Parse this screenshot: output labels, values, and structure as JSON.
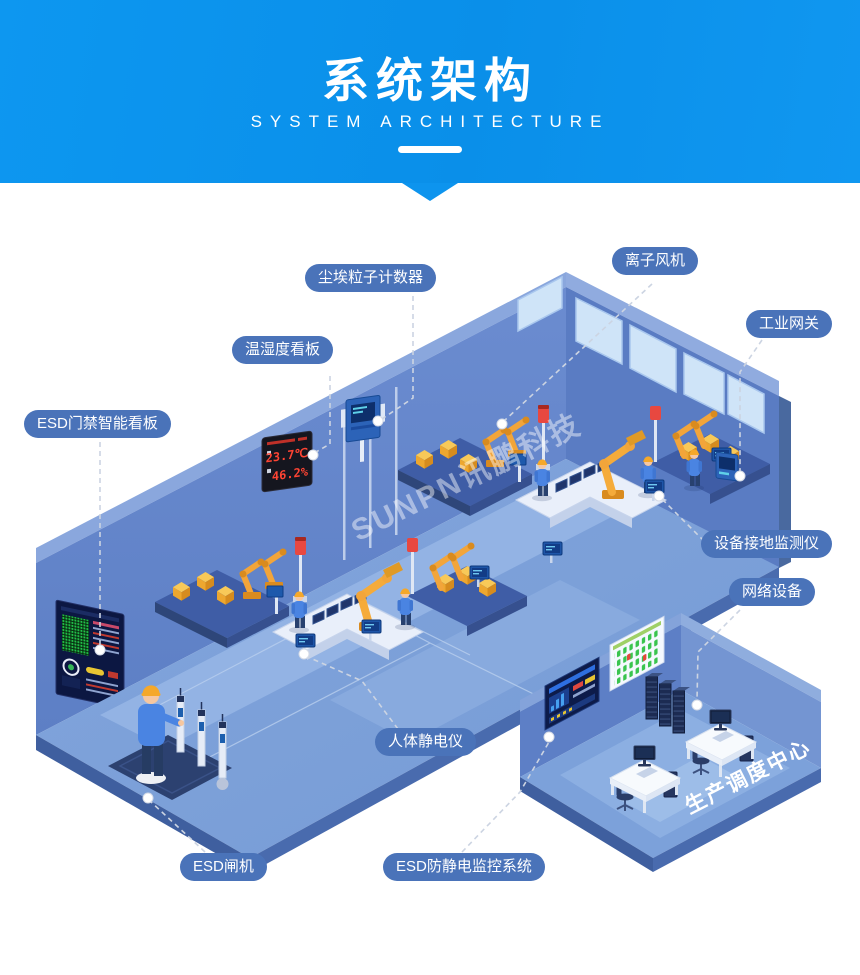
{
  "header": {
    "title": "系统架构",
    "subtitle": "SYSTEM ARCHITECTURE"
  },
  "labels": {
    "dust_particle_counter": "尘埃粒子计数器",
    "ion_fan": "离子风机",
    "industrial_gateway": "工业网关",
    "temp_humidity_board": "温湿度看板",
    "esd_access_board": "ESD门禁智能看板",
    "grounding_monitor": "设备接地监测仪",
    "network_device": "网络设备",
    "body_static_tester": "人体静电仪",
    "esd_gate": "ESD闸机",
    "esd_monitoring_system": "ESD防静电监控系统"
  },
  "temp_board": {
    "temperature": "23.7℃",
    "humidity": "46.2%"
  },
  "watermark": "SUNPN讯鹏科技",
  "control_room_caption": "生产调度中心",
  "colors": {
    "banner_blue": "#0d94ee",
    "label_blue": "#4a73b9",
    "wall_blue": "#6385ca",
    "floor_blue": "#7ca0d8",
    "machine_yellow": "#f2a53a",
    "led_red": "#ff4433"
  }
}
